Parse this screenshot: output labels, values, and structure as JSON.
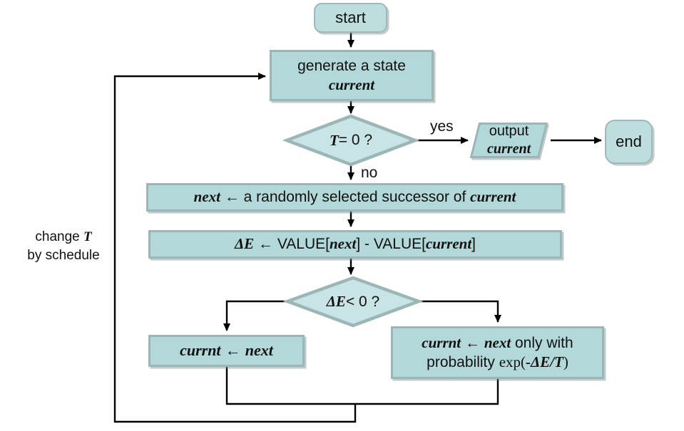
{
  "colors": {
    "background": "#ffffff",
    "shape_fill": "#b3d8da",
    "diamond_fill": "#c9e4e4",
    "terminal_fill": "#bedede",
    "shape_border": "#9cb6b8",
    "terminal_border": "#9fb9bb",
    "connector": "#000000",
    "text": "#111111"
  },
  "nodes": {
    "start": {
      "label": "start"
    },
    "generate": {
      "line1": [
        {
          "t": "generate a state"
        }
      ],
      "line2": [
        {
          "t": "current",
          "s": "var"
        }
      ]
    },
    "t_decision": {
      "label": [
        {
          "t": "T",
          "s": "var"
        },
        {
          "t": " = 0 ?"
        }
      ]
    },
    "output": {
      "line1": [
        {
          "t": "output"
        }
      ],
      "line2": [
        {
          "t": "current",
          "s": "var"
        }
      ]
    },
    "end": {
      "label": "end"
    },
    "next_assign": {
      "label": [
        {
          "t": "next",
          "s": "var"
        },
        {
          "t": " ← a randomly selected successor of "
        },
        {
          "t": "current",
          "s": "var"
        }
      ]
    },
    "delta_assign": {
      "label": [
        {
          "t": "ΔE",
          "s": "var"
        },
        {
          "t": " ← VALUE["
        },
        {
          "t": "next",
          "s": "var"
        },
        {
          "t": "] - VALUE["
        },
        {
          "t": "current",
          "s": "var"
        },
        {
          "t": "]"
        }
      ]
    },
    "delta_decision": {
      "label": [
        {
          "t": "ΔE",
          "s": "var"
        },
        {
          "t": " < 0 ?"
        }
      ]
    },
    "accept": {
      "label": [
        {
          "t": "currnt",
          "s": "var"
        },
        {
          "t": " ← "
        },
        {
          "t": "next",
          "s": "var"
        }
      ]
    },
    "accept_prob": {
      "line1": [
        {
          "t": "currnt",
          "s": "var"
        },
        {
          "t": " ← "
        },
        {
          "t": "next",
          "s": "var"
        },
        {
          "t": " only with"
        }
      ],
      "line2": [
        {
          "t": "probability "
        },
        {
          "t": "exp(",
          "s": "serif"
        },
        {
          "t": "-ΔE/T",
          "s": "var"
        },
        {
          "t": ")",
          "s": "serif"
        }
      ]
    }
  },
  "edge_labels": {
    "yes": "yes",
    "no": "no"
  },
  "annotations": {
    "schedule_note": {
      "line1": [
        {
          "t": "change "
        },
        {
          "t": "T",
          "s": "var"
        }
      ],
      "line2": [
        {
          "t": "by schedule"
        }
      ]
    }
  }
}
